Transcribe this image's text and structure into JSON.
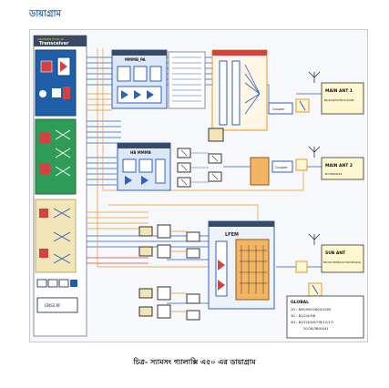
{
  "heading": "ডায়াগ্রাম",
  "caption": "চিত্র- স্যামসং গ্যালাক্সি এ৫০ এর ডায়াগ্রাম",
  "colors": {
    "accent": "#1e6fb8",
    "line_blue": "#2f5fbf",
    "line_orange": "#e39a2b",
    "line_red": "#d64040",
    "panel_blue": "#1f5fa8",
    "panel_green": "#2e9b56",
    "panel_yellow": "#f2e6b8",
    "module_lightblue": "#dde8f6",
    "lfem_orange": "#f3b562",
    "antenna_box": "#fff7cf"
  },
  "transceiver": {
    "top_label": "SHANNON 5510 XX",
    "title": "Transceiver",
    "bottom_label": "GNSS RF"
  },
  "modules": {
    "mmmb_pa": "MMMB_PA",
    "hb_mmmb": "HB MMMB",
    "lfem": "LFEM",
    "coupler": "Coupler"
  },
  "antennas": [
    {
      "name": "MAIN ANT 1",
      "bands": "B1/2/3/4/5/7/8/11/12/38"
    },
    {
      "name": "MAIN ANT 2",
      "bands": "B7/38/40/41"
    },
    {
      "name": "SUB ANT",
      "bands": "B1/3/5/7/8/38/12/17/20/38/40/41"
    }
  ],
  "global_box": {
    "title": "GLOBAL",
    "lines": [
      "2G : 850/900/1800/1900",
      "3G : B1/2/4/5/8",
      "4G : B1/2/3/4/5/7/8/12/17/",
      "20/28/38/40/41"
    ]
  }
}
